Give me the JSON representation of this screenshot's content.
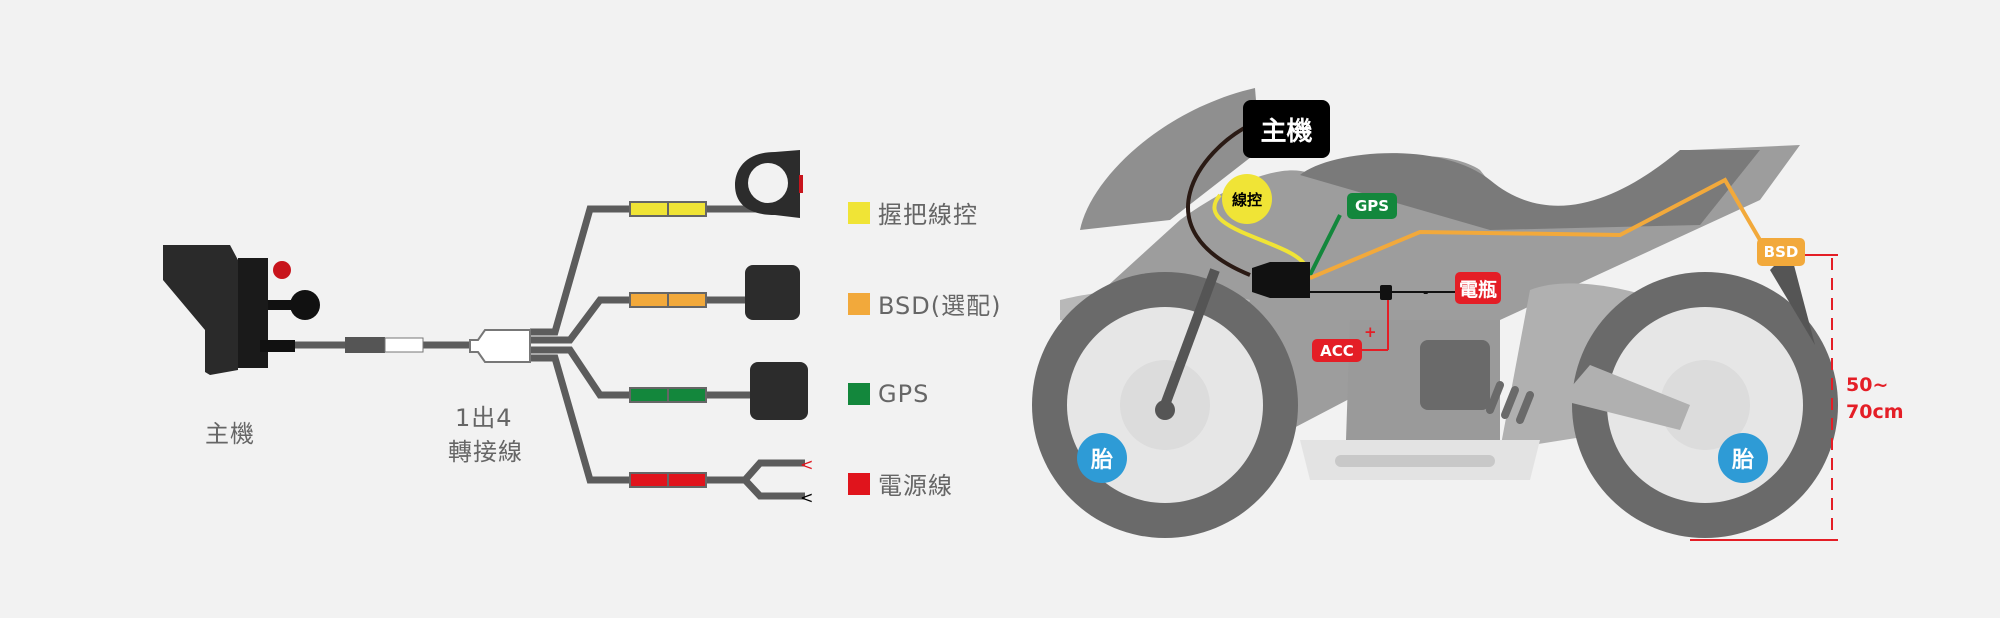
{
  "wiring": {
    "main_unit_label": "主機",
    "splitter_label_line1": "1出4",
    "splitter_label_line2": "轉接線",
    "legend": [
      {
        "label": "握把線控",
        "color": "#f0e436"
      },
      {
        "label": "BSD(選配)",
        "color": "#f2a93b"
      },
      {
        "label": "GPS",
        "color": "#13873c"
      },
      {
        "label": "電源線",
        "color": "#e0141c"
      }
    ]
  },
  "motorcycle": {
    "main_unit_tag": "主機",
    "remote_tag": "線控",
    "gps_tag": "GPS",
    "bsd_tag": "BSD",
    "battery_tag": "電瓶",
    "acc_tag": "ACC",
    "plus_sign": "+",
    "minus_sign": "-",
    "front_tire_tag": "胎",
    "rear_tire_tag": "胎",
    "height_line1": "50~",
    "height_line2": "70cm",
    "colors": {
      "black": "#000000",
      "yellow": "#f0e436",
      "green": "#13873c",
      "orange": "#f2a93b",
      "red": "#e41e26",
      "blue": "#2e9bd6"
    }
  }
}
